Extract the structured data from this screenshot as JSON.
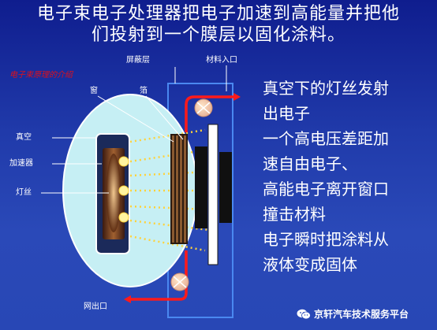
{
  "title": {
    "line1": "电子束电子处理器把电子加速到高能量并把他",
    "line2": "们投射到一个膜层以固化涂料。"
  },
  "diagram": {
    "labels": {
      "intro": "电子束原理的介绍",
      "shield": "屏蔽层",
      "material_in": "材料入口",
      "window": "窗",
      "foil": "箔",
      "vacuum": "真空",
      "accelerator": "加速器",
      "filament": "灯丝",
      "net_out": "网出口"
    },
    "colors": {
      "chamber_fill": "#c6eff4",
      "material_path": "#ff1a1a",
      "shield_line": "#3a78e8",
      "beam_dots": "#ffd23a"
    }
  },
  "points": [
    "真空下的灯丝发射",
    "出电子",
    "一个高电压差距加",
    "速自由电子、",
    "高能电子离开窗口",
    "撞击材料",
    "电子瞬时把涂料从",
    "液体变成固体"
  ],
  "watermark": {
    "text": "京轩汽车技术服务平台",
    "icon": "wechat-icon"
  }
}
